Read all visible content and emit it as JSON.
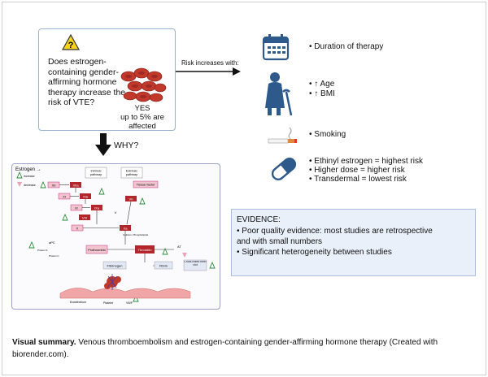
{
  "question": {
    "text": "Does estrogen-containing gender-affirming hormone therapy increase the risk of VTE?",
    "yes_label": "YES",
    "yes_detail": "up to 5% are affected"
  },
  "risk_label": "Risk increases with:",
  "why_label": "WHY?",
  "factors": {
    "duration": "• Duration of therapy",
    "age": "• ↑ Age",
    "bmi": "• ↑ BMI",
    "smoking": "• Smoking",
    "ethinyl": "• Ethinyl estrogen = highest risk",
    "dose": "• Higher dose = higher risk",
    "transdermal": "• Transdermal = lowest risk"
  },
  "evidence": {
    "title": "EVIDENCE:",
    "lines": [
      "• Poor quality evidence: most studies are retrospective",
      "and with small numbers",
      "• Significant heterogeneity between studies"
    ]
  },
  "pathway": {
    "estrogen_label": "Estrogen →",
    "increase": "increase",
    "decrease": "decrease",
    "intrinsic": "Intrinsic pathway",
    "extrinsic": "Extrinsic pathway",
    "tissue_factor": "Tissue factor",
    "factors": [
      "XII",
      "XIIa",
      "XI",
      "XIa",
      "IX",
      "IXa",
      "VIII",
      "VII",
      "VIIa",
      "X",
      "Xa",
      "V"
    ],
    "calcium": "Calcium, Phospholipids",
    "prothrombin": "Prothrombin",
    "thrombin": "Thrombin",
    "at": "AT",
    "apc": "aPC",
    "protein_s": "Protein S",
    "protein_c": "Protein C",
    "fibrinogen": "Fibrinogen",
    "fibrin": "Fibrin",
    "clot": "Cross-linked fibrin clot",
    "endothelium": "Endothelium",
    "platelet": "Platelet",
    "vwf": "VWF"
  },
  "summary": {
    "bold": "Visual summary.",
    "text": " Venous thromboembolism and estrogen-containing gender-affirming hormone therapy (Created with biorender.com)."
  },
  "colors": {
    "dark_red": "#b3262b",
    "pink": "#f2c4cf",
    "blue_icon": "#2d5a8a",
    "evidence_bg": "#e9f0fa"
  }
}
